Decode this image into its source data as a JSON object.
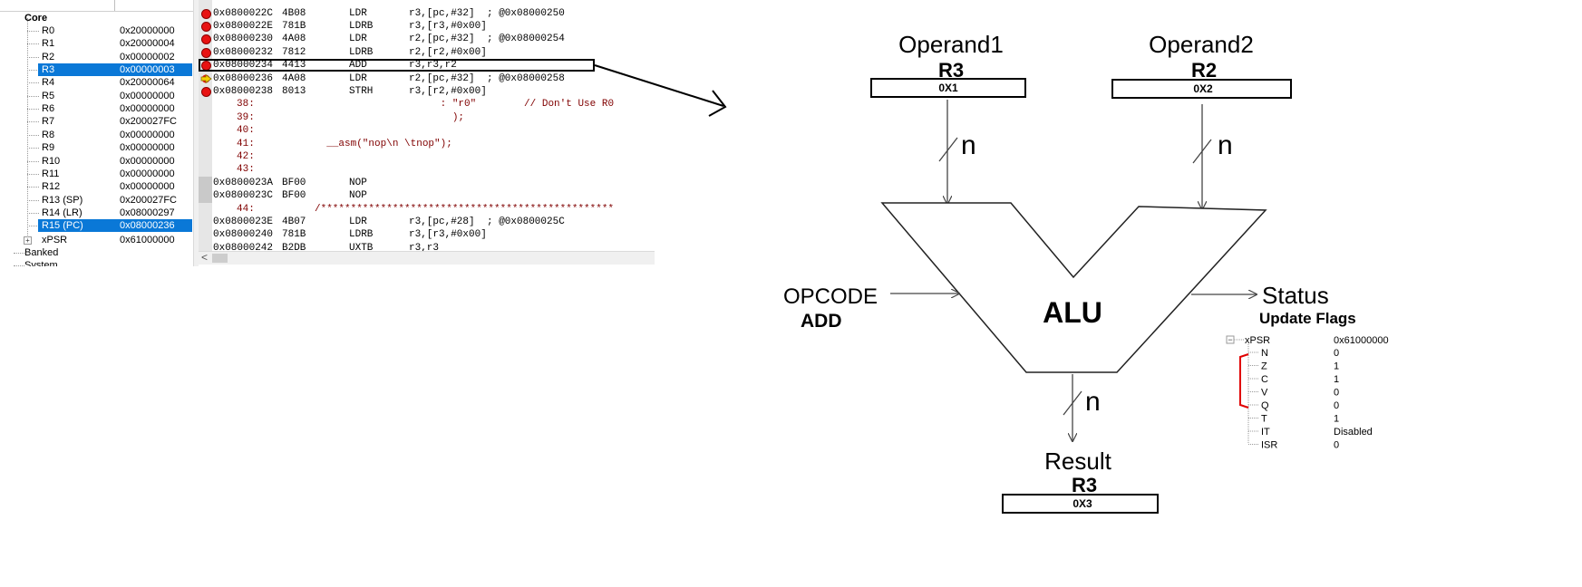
{
  "registers": {
    "group_label": "Core",
    "items": [
      {
        "name": "R0",
        "value": "0x20000000"
      },
      {
        "name": "R1",
        "value": "0x20000004"
      },
      {
        "name": "R2",
        "value": "0x00000002"
      },
      {
        "name": "R3",
        "value": "0x00000003",
        "selected": true
      },
      {
        "name": "R4",
        "value": "0x20000064"
      },
      {
        "name": "R5",
        "value": "0x00000000"
      },
      {
        "name": "R6",
        "value": "0x00000000"
      },
      {
        "name": "R7",
        "value": "0x200027FC"
      },
      {
        "name": "R8",
        "value": "0x00000000"
      },
      {
        "name": "R9",
        "value": "0x00000000"
      },
      {
        "name": "R10",
        "value": "0x00000000"
      },
      {
        "name": "R11",
        "value": "0x00000000"
      },
      {
        "name": "R12",
        "value": "0x00000000"
      },
      {
        "name": "R13 (SP)",
        "value": "0x200027FC"
      },
      {
        "name": "R14 (LR)",
        "value": "0x08000297"
      },
      {
        "name": "R15 (PC)",
        "value": "0x08000236",
        "selected": true
      }
    ],
    "xpsr": {
      "name": "xPSR",
      "value": "0x61000000",
      "expand": "+"
    },
    "banked_label": "Banked",
    "system_label": "System"
  },
  "disassembly": {
    "rows": [
      {
        "kind": "asm",
        "bp": true,
        "addr": "0x0800022C",
        "hex": "4B08",
        "mn": "LDR",
        "ops": "r3,[pc,#32]",
        "cm": "; @0x08000250"
      },
      {
        "kind": "asm",
        "bp": true,
        "addr": "0x0800022E",
        "hex": "781B",
        "mn": "LDRB",
        "ops": "r3,[r3,#0x00]",
        "cm": ""
      },
      {
        "kind": "asm",
        "bp": true,
        "addr": "0x08000230",
        "hex": "4A08",
        "mn": "LDR",
        "ops": "r2,[pc,#32]",
        "cm": "; @0x08000254"
      },
      {
        "kind": "asm",
        "bp": true,
        "addr": "0x08000232",
        "hex": "7812",
        "mn": "LDRB",
        "ops": "r2,[r2,#0x00]",
        "cm": ""
      },
      {
        "kind": "asm",
        "bp": true,
        "addr": "0x08000234",
        "hex": "4413",
        "mn": "ADD",
        "ops": "r3,r3,r2",
        "cm": ""
      },
      {
        "kind": "asm",
        "cur": true,
        "addr": "0x08000236",
        "hex": "4A08",
        "mn": "LDR",
        "ops": "r2,[pc,#32]",
        "cm": "; @0x08000258"
      },
      {
        "kind": "asm",
        "bp": true,
        "addr": "0x08000238",
        "hex": "8013",
        "mn": "STRH",
        "ops": "r3,[r2,#0x00]",
        "cm": ""
      },
      {
        "kind": "src",
        "num": "38:",
        "txt": "                     : \"r0\"        // Don't Use R0"
      },
      {
        "kind": "src",
        "num": "39:",
        "txt": "                       );"
      },
      {
        "kind": "src",
        "num": "40:",
        "txt": ""
      },
      {
        "kind": "src",
        "num": "41:",
        "txt": "  __asm(\"nop\\n \\tnop\");"
      },
      {
        "kind": "src",
        "num": "42:",
        "txt": ""
      },
      {
        "kind": "src",
        "num": "43:",
        "txt": ""
      },
      {
        "kind": "asm",
        "grey": true,
        "addr": "0x0800023A",
        "hex": "BF00",
        "mn": "NOP",
        "ops": "",
        "cm": ""
      },
      {
        "kind": "asm",
        "grey": true,
        "addr": "0x0800023C",
        "hex": "BF00",
        "mn": "NOP",
        "ops": "",
        "cm": ""
      },
      {
        "kind": "src",
        "num": "44:",
        "txt": "/*************************************************"
      },
      {
        "kind": "asm",
        "addr": "0x0800023E",
        "hex": "4B07",
        "mn": "LDR",
        "ops": "r3,[pc,#28]",
        "cm": "; @0x0800025C"
      },
      {
        "kind": "asm",
        "addr": "0x08000240",
        "hex": "781B",
        "mn": "LDRB",
        "ops": "r3,[r3,#0x00]",
        "cm": ""
      },
      {
        "kind": "asm",
        "addr": "0x08000242",
        "hex": "B2DB",
        "mn": "UXTB",
        "ops": "r3,r3",
        "cm": ""
      }
    ],
    "scroll_left": "<"
  },
  "alu": {
    "operand1_label": "Operand1",
    "operand1_reg": "R3",
    "operand1_value": "0X1",
    "operand2_label": "Operand2",
    "operand2_reg": "R2",
    "operand2_value": "0X2",
    "bus_width": "n",
    "opcode_label": "OPCODE",
    "opcode_value": "ADD",
    "alu_label": "ALU",
    "status_label": "Status",
    "update_flags": "Update Flags",
    "result_label": "Result",
    "result_reg": "R3",
    "result_value": "0X3"
  },
  "flags": {
    "xpsr_name": "xPSR",
    "xpsr_value": "0x61000000",
    "collapse": "−",
    "items": [
      {
        "name": "N",
        "value": "0"
      },
      {
        "name": "Z",
        "value": "1"
      },
      {
        "name": "C",
        "value": "1"
      },
      {
        "name": "V",
        "value": "0"
      },
      {
        "name": "Q",
        "value": "0"
      },
      {
        "name": "T",
        "value": "1"
      },
      {
        "name": "IT",
        "value": "Disabled"
      },
      {
        "name": "ISR",
        "value": "0"
      }
    ],
    "bracket_color": "#e00000"
  }
}
